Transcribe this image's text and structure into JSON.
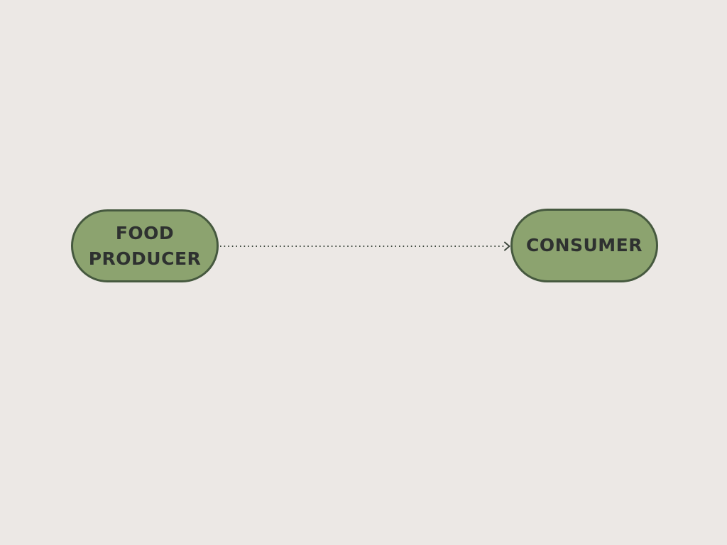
{
  "canvas": {
    "background_color": "#ECE8E5"
  },
  "nodes": [
    {
      "id": "food-producer",
      "label": "FOOD PRODUCER",
      "fill_color": "#8CA36F",
      "border_color": "#46593F",
      "text_color": "#2E3130"
    },
    {
      "id": "consumer",
      "label": "CONSUMER",
      "fill_color": "#8CA36F",
      "border_color": "#46593F",
      "text_color": "#2E3130"
    }
  ],
  "edge": {
    "from": "food-producer",
    "to": "consumer",
    "style": "dotted",
    "direction": "left-to-right",
    "color": "#3C463C"
  }
}
